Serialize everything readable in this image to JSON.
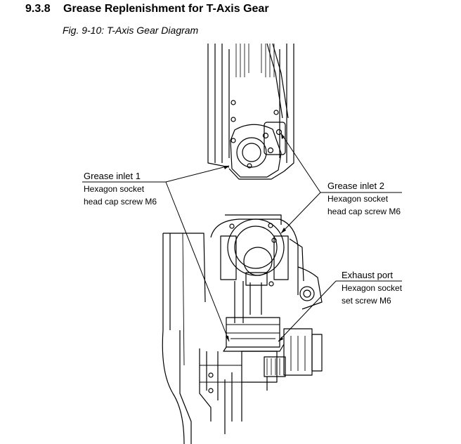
{
  "section": {
    "number": "9.3.8",
    "title": "Grease Replenishment for T-Axis Gear"
  },
  "figure": {
    "caption": "Fig. 9-10: T-Axis Gear Diagram"
  },
  "callouts": {
    "grease_inlet_1": {
      "title": "Grease inlet 1",
      "line1": "Hexagon socket",
      "line2": "head cap screw M6"
    },
    "grease_inlet_2": {
      "title": "Grease inlet 2",
      "line1": "Hexagon socket",
      "line2": "head cap screw M6"
    },
    "exhaust_port": {
      "title": "Exhaust port",
      "line1": "Hexagon socket",
      "line2": "set screw M6"
    }
  }
}
